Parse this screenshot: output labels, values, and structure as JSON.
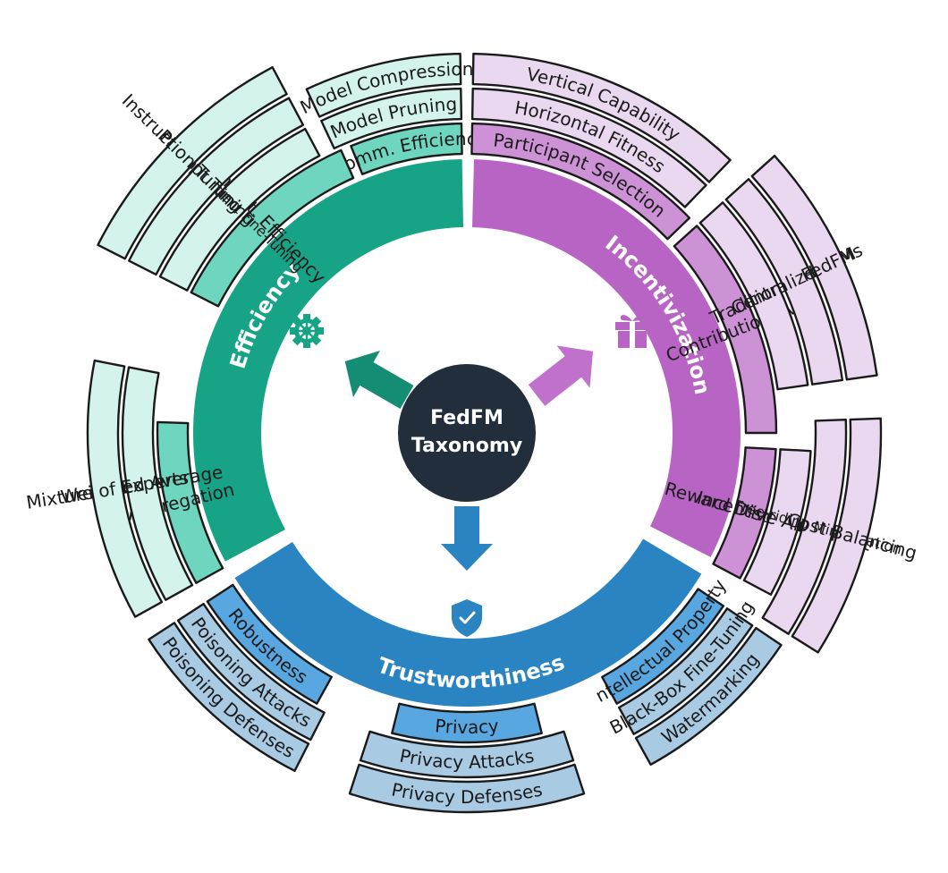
{
  "center": {
    "line1": "FedFM",
    "line2": "Taxonomy"
  },
  "colors": {
    "center_fill": "#222e3c",
    "efficiency": "#17a386",
    "efficiency_l2": "#6ed5bf",
    "efficiency_l3": "#d3f3ec",
    "incentivization": "#b864c4",
    "incentivization_l2": "#cd92d6",
    "incentivization_l3": "#e9d8ef",
    "trust": "#2b84c2",
    "trust_l2": "#59a7e0",
    "trust_l3": "#a9cae3"
  },
  "icons": {
    "efficiency": "gear-icon",
    "incentivization": "gift-icon",
    "trust": "shield-check-icon"
  },
  "categories": {
    "efficiency": {
      "label": "Efficiency",
      "subcategories": [
        {
          "label": "Comm. Efficiency",
          "items": [
            "Model Pruning",
            "Model Compression"
          ]
        },
        {
          "label": "Comput. Efficiency",
          "items": [
            "Param-efficient Fine-Tuning",
            "Prompt Tuning",
            "Instruction Tuning"
          ]
        },
        {
          "label": "Aggregation",
          "items": [
            "Weighted Average",
            "Mixture of Experts"
          ]
        }
      ]
    },
    "incentivization": {
      "label": "Incentivization",
      "subcategories": [
        {
          "label": "Participant Selection",
          "items": [
            "Horizontal Fitness",
            "Vertical Capability"
          ]
        },
        {
          "label": "Contribution Eval.",
          "items": [
            "Traditional FL",
            "Centralized FMs",
            "FedFM"
          ]
        },
        {
          "label": "Reward Distribution",
          "items": [
            "Incentive Alignment",
            "Free-riding Minimization",
            "Cost Balancing"
          ]
        }
      ]
    },
    "trust": {
      "label": "Trustworthiness",
      "subcategories": [
        {
          "label": "Intellectual Property",
          "items": [
            "Black-Box Fine-Tuning",
            "Watermarking"
          ]
        },
        {
          "label": "Privacy",
          "items": [
            "Privacy Attacks",
            "Privacy Defenses"
          ]
        },
        {
          "label": "Robustness",
          "items": [
            "Poisoning Attacks",
            "Poisoning Defenses"
          ]
        }
      ]
    }
  }
}
